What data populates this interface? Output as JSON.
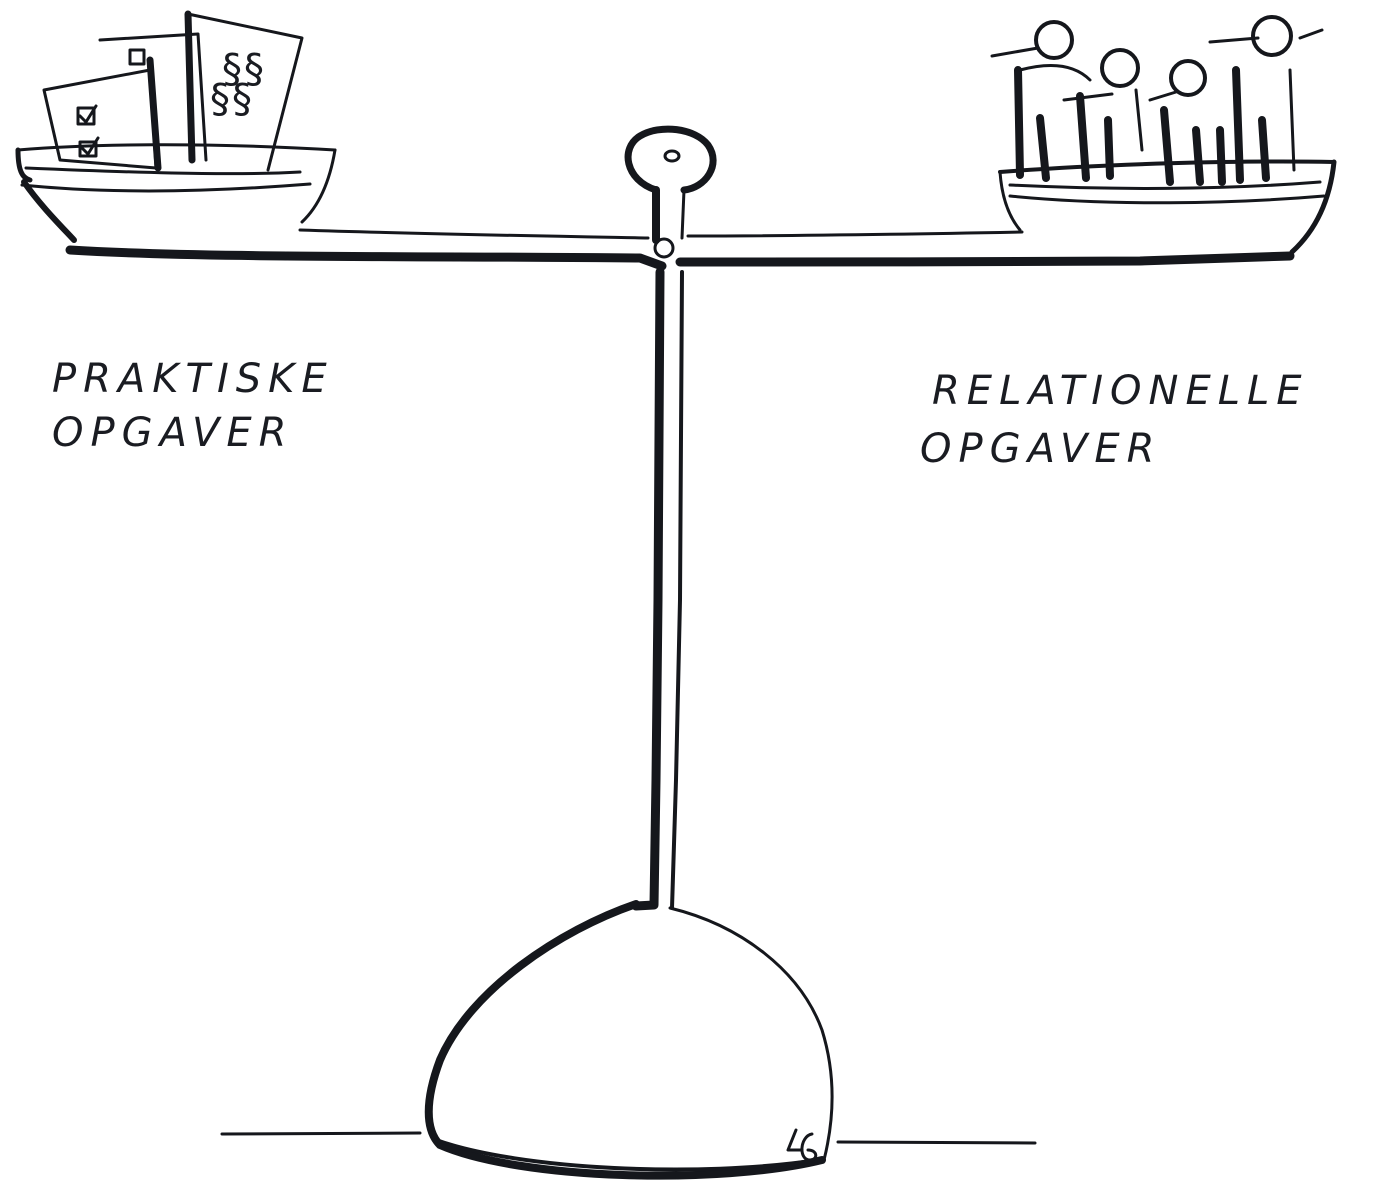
{
  "labels": {
    "left_line1": "PRAKTISKE",
    "left_line2": "OPGAVER",
    "right_line1": "RELATIONELLE",
    "right_line2": "OPGAVER"
  },
  "signature": "LG",
  "pan_contents": {
    "left": "documents",
    "right": "people"
  },
  "colors": {
    "ink": "#15171c",
    "background": "#ffffff"
  }
}
